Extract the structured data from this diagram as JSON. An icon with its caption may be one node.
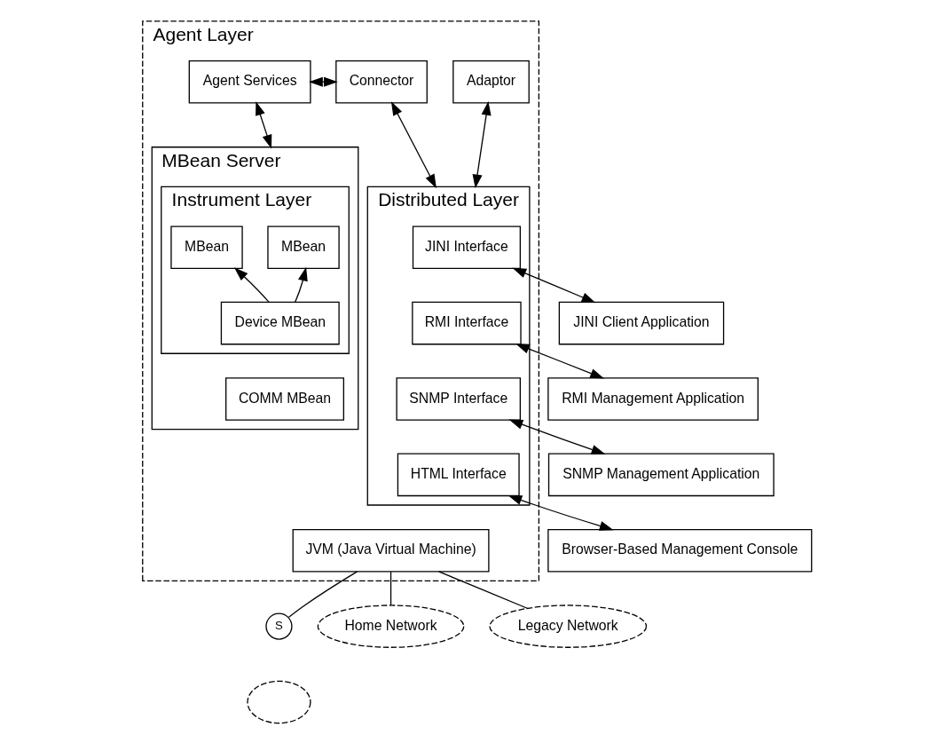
{
  "diagram": {
    "nodes": [
      {
        "text": [
          "Agent Layer"
        ]
      },
      {
        "text": [
          "Agent Services"
        ],
        "in": 0
      },
      {
        "text": [
          "Connector"
        ],
        "in": 0
      },
      {
        "text": [
          "Adaptor"
        ],
        "in": 0
      },
      {
        "text": [
          "MBean Server"
        ],
        "in": 0
      },
      {
        "text": [
          "Instrument Layer"
        ],
        "in": 4
      },
      {
        "text": [
          "MBean"
        ],
        "in": 5
      },
      {
        "text": [
          "MBean"
        ],
        "in": 5
      },
      {
        "text": [
          "Device MBean"
        ],
        "in": 5
      },
      {
        "text": [
          "COMM MBean"
        ],
        "in": 4
      },
      {
        "text": [
          "Distributed Layer"
        ],
        "in": 0
      },
      {
        "text": [
          "JINI Interface"
        ],
        "in": 10
      },
      {
        "text": [
          "RMI Interface"
        ],
        "in": 10
      },
      {
        "text": [
          "SNMP Interface"
        ],
        "in": 10
      },
      {
        "text": [
          "HTML Interface"
        ],
        "in": 10
      },
      {
        "text": [
          "JVM (Java Virtual Machine)"
        ],
        "in": 0
      },
      {
        "text": [
          "JINI Client Application"
        ]
      },
      {
        "text": [
          "RMI Management Application"
        ]
      },
      {
        "text": [
          "SNMP Management Application"
        ]
      },
      {
        "text": [
          "Browser-Based Management Console"
        ]
      },
      {
        "text": [
          "S"
        ]
      },
      {
        "text": [],
        "shape": "cloud"
      },
      {
        "text": [
          "Home Network"
        ]
      },
      {
        "text": [
          "Legacy Network"
        ]
      }
    ],
    "edges": [
      {
        "from": 1,
        "to": 2,
        "arrow": "both"
      },
      {
        "from": 1,
        "to": 4,
        "arrow": "both"
      },
      {
        "from": 2,
        "to": 10,
        "arrow": "both"
      },
      {
        "from": 3,
        "to": 10,
        "arrow": "both"
      },
      {
        "from": 8,
        "to": 6,
        "arrow": "to"
      },
      {
        "from": 8,
        "to": 7,
        "arrow": "to"
      },
      {
        "from": 11,
        "to": 16,
        "arrow": "both"
      },
      {
        "from": 12,
        "to": 17,
        "arrow": "both"
      },
      {
        "from": 13,
        "to": 18,
        "arrow": "both"
      },
      {
        "from": 14,
        "to": 19,
        "arrow": "both"
      },
      {
        "from": 15,
        "to": 20,
        "arrow": "none"
      },
      {
        "from": 15,
        "to": 22,
        "arrow": "none"
      },
      {
        "from": 15,
        "to": 23,
        "arrow": "none"
      }
    ]
  }
}
